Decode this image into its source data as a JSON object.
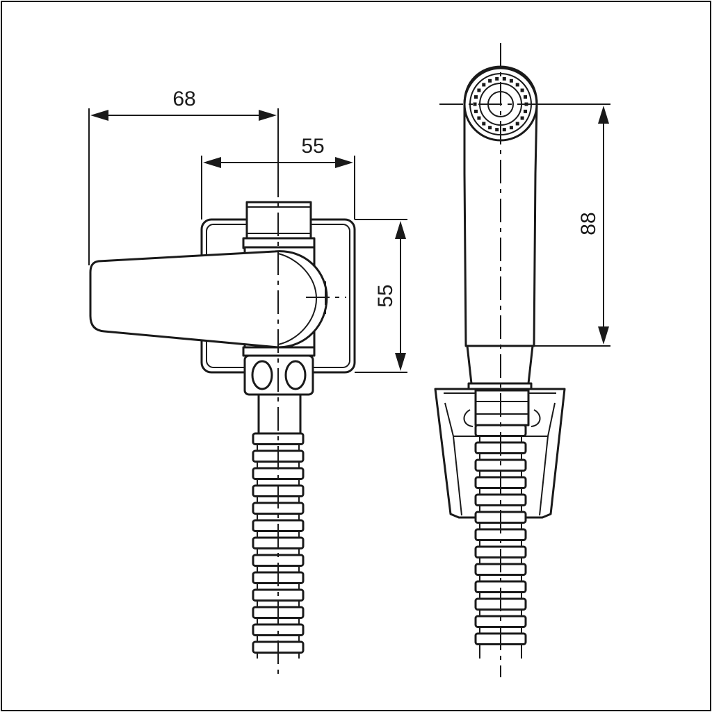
{
  "drawing": {
    "dimensions": {
      "valve_total_width": "68",
      "plate_width": "55",
      "plate_height": "55",
      "spray_head_length": "88"
    }
  }
}
